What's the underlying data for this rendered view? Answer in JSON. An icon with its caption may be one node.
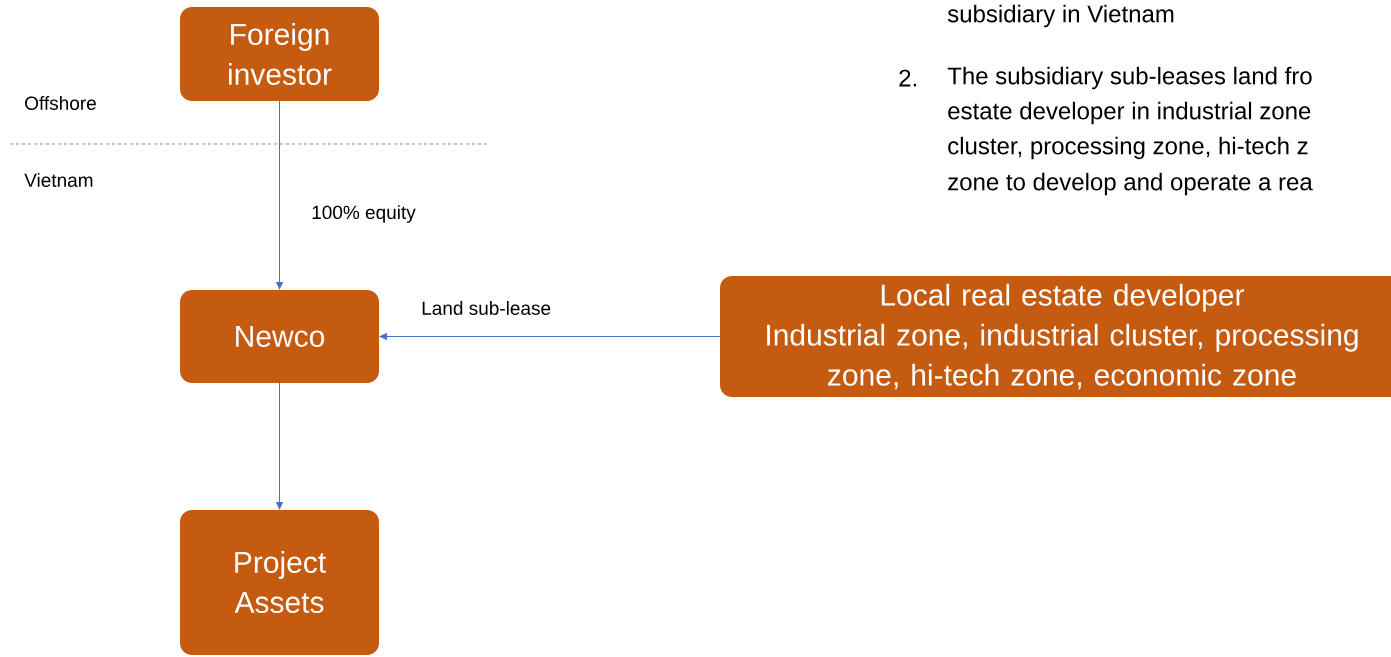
{
  "diagram": {
    "nodes": [
      {
        "text": [
          "Foreign investor"
        ]
      },
      {
        "text": [
          "Newco"
        ]
      },
      {
        "text": [
          "Project Assets"
        ]
      },
      {
        "text": [
          "Local real estate developer",
          "Industrial zone, industrial cluster, processing zone, hi-tech zone, economic zone"
        ]
      }
    ],
    "edges": [
      {
        "from": 0,
        "to": 1,
        "arrow": "to",
        "label": "100% equity"
      },
      {
        "from": 3,
        "to": 1,
        "arrow": "to",
        "label": "Land sub-lease"
      },
      {
        "from": 1,
        "to": 2,
        "arrow": "to"
      }
    ],
    "labels": [
      "subsidiary in Vietnam",
      "Offshore",
      "Vietnam",
      "2.",
      "The subsidiary sub-leases land fro",
      "estate developer in industrial zone",
      "cluster, processing zone, hi-tech z",
      "zone to develop and operate a rea"
    ]
  }
}
